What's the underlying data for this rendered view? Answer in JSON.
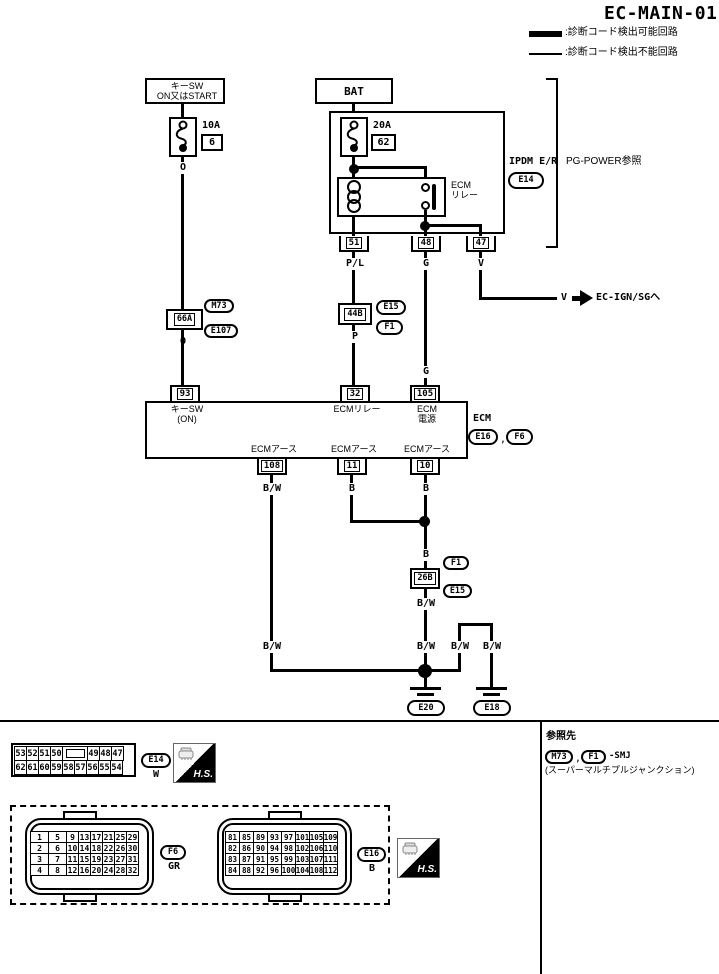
{
  "title": "EC-MAIN-01",
  "legend": {
    "thick_label": ":診断コード検出可能回路",
    "thin_label": ":診断コード検出不能回路"
  },
  "keysw": {
    "line1": "キーSW",
    "line2": "ON又はSTART"
  },
  "fuse1": {
    "amp": "10A",
    "num": "6"
  },
  "bat": {
    "label": "BAT"
  },
  "fuse2": {
    "amp": "20A",
    "num": "62"
  },
  "relay": {
    "line1": "ECM",
    "line2": "リレー"
  },
  "ipdm": {
    "name": "IPDM E/R",
    "conn": "E14",
    "bracket_label": "PG-POWER参照"
  },
  "ign": {
    "v": "V",
    "label": "EC-IGN/SGへ"
  },
  "pins": {
    "p51": "51",
    "p48": "48",
    "p47": "47",
    "p93": "93",
    "p32": "32",
    "p105": "105",
    "p108": "108",
    "p11": "11",
    "p10": "10"
  },
  "wl": {
    "o": "O",
    "pl": "P/L",
    "p": "P",
    "g": "G",
    "v": "V",
    "b": "B",
    "bw": "B/W"
  },
  "conns": {
    "c66a": "66A",
    "m73": "M73",
    "e107": "E107",
    "c44b": "44B",
    "e15": "E15",
    "f1": "F1",
    "c26b": "26B"
  },
  "ecm": {
    "pin93_l1": "キーSW",
    "pin93_l2": "(ON)",
    "pin32_label": "ECMリレー",
    "pin105_l1": "ECM",
    "pin105_l2": "電源",
    "ground_label": "ECMアース",
    "name": "ECM",
    "conn1": "E16",
    "comma": ",",
    "conn2": "F6"
  },
  "grounds": {
    "e20": "E20",
    "e18": "E18"
  },
  "e14": {
    "rows": [
      [
        "53",
        "52",
        "51",
        "50",
        "",
        "49",
        "48",
        "47"
      ],
      [
        "62",
        "61",
        "60",
        "59",
        "58",
        "57",
        "56",
        "55",
        "54"
      ]
    ],
    "label": "E14",
    "color": "W"
  },
  "f6": {
    "rows": [
      [
        "1",
        "5",
        "9",
        "13",
        "17",
        "21",
        "25",
        "29"
      ],
      [
        "2",
        "6",
        "10",
        "14",
        "18",
        "22",
        "26",
        "30"
      ],
      [
        "3",
        "7",
        "11",
        "15",
        "19",
        "23",
        "27",
        "31"
      ],
      [
        "4",
        "8",
        "12",
        "16",
        "20",
        "24",
        "28",
        "32"
      ]
    ],
    "label": "F6",
    "color": "GR"
  },
  "e16": {
    "rows": [
      [
        "81",
        "85",
        "89",
        "93",
        "97",
        "101",
        "105",
        "109"
      ],
      [
        "82",
        "86",
        "90",
        "94",
        "98",
        "102",
        "106",
        "110"
      ],
      [
        "83",
        "87",
        "91",
        "95",
        "99",
        "103",
        "107",
        "111"
      ],
      [
        "84",
        "88",
        "92",
        "96",
        "100",
        "104",
        "108",
        "112"
      ]
    ],
    "label": "E16",
    "color": "B"
  },
  "hs": {
    "label": "H.S."
  },
  "ref": {
    "heading": "参照先",
    "conn1": "M73",
    "comma": ",",
    "conn2": "F1",
    "suffix": "-SMJ",
    "note": "(スーパーマルチプルジャンクション)"
  }
}
